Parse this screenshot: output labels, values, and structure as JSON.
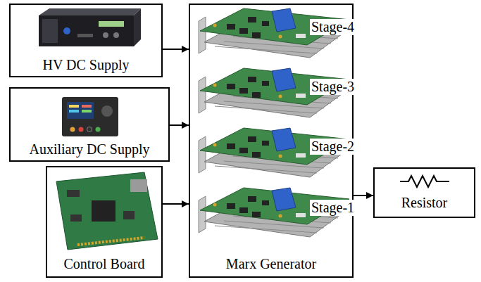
{
  "diagram": {
    "nodes": [
      {
        "text": [
          "HV DC Supply"
        ]
      },
      {
        "text": [
          "Auxiliary DC Supply"
        ]
      },
      {
        "text": [
          "Control Board"
        ]
      },
      {
        "text": [
          "Marx Generator"
        ]
      },
      {
        "text": [
          "Resistor"
        ]
      }
    ],
    "edges": [
      {
        "from": 0,
        "to": 3,
        "arrow": "to"
      },
      {
        "from": 1,
        "to": 3,
        "arrow": "to"
      },
      {
        "from": 2,
        "to": 3,
        "arrow": "to"
      },
      {
        "from": 3,
        "to": 4,
        "arrow": "to"
      }
    ],
    "labels": [
      "Stage-4",
      "Stage-3",
      "Stage-2",
      "Stage-1"
    ]
  }
}
